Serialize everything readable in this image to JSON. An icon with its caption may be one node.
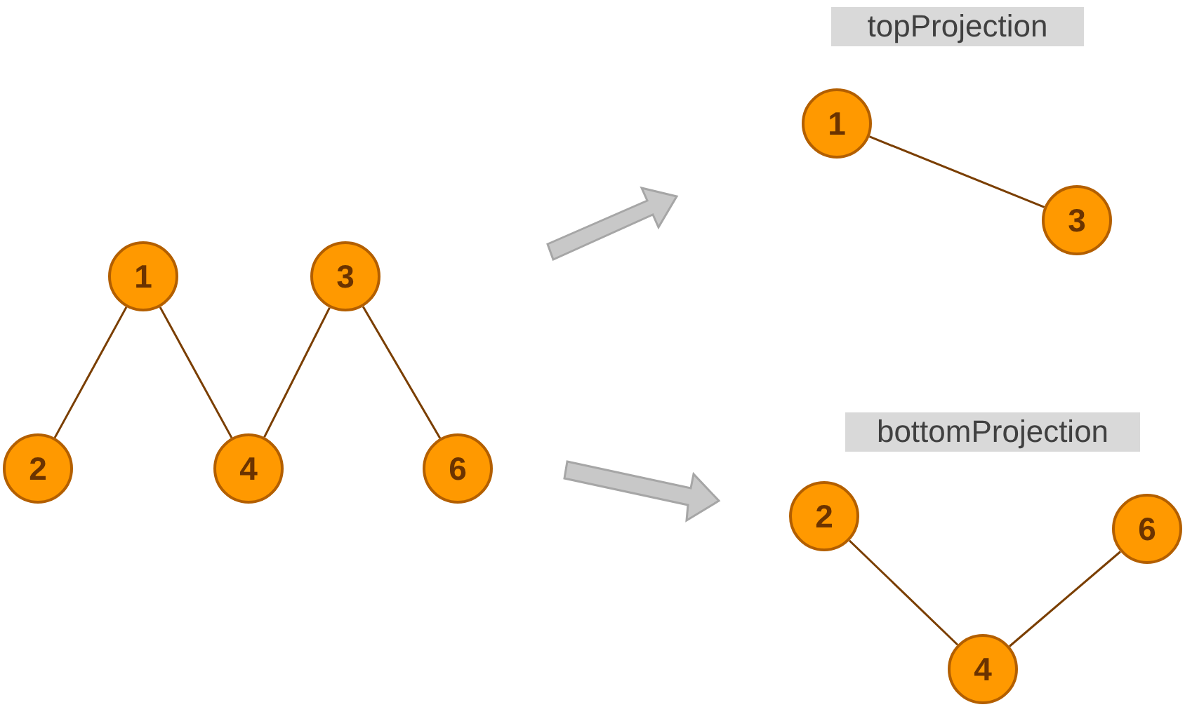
{
  "diagram": {
    "nodes": [
      {
        "text": [
          "topProjection"
        ]
      },
      {
        "text": [
          "1"
        ]
      },
      {
        "text": [
          "1"
        ]
      },
      {
        "text": [
          "3"
        ]
      },
      {
        "text": [
          "3"
        ]
      },
      {
        "text": [
          "bottomProjection"
        ]
      },
      {
        "text": [
          "2"
        ]
      },
      {
        "text": [
          "4"
        ]
      },
      {
        "text": [
          "6"
        ]
      },
      {
        "text": [
          "2"
        ]
      },
      {
        "text": [
          "6"
        ]
      },
      {
        "text": [
          "4"
        ]
      }
    ],
    "edges": [
      {
        "from": 2,
        "to": 6,
        "arrow": "none"
      },
      {
        "from": 2,
        "to": 7,
        "arrow": "none"
      },
      {
        "from": 3,
        "to": 7,
        "arrow": "none"
      },
      {
        "from": 3,
        "to": 8,
        "arrow": "none"
      },
      {
        "from": 1,
        "to": 4,
        "arrow": "none"
      },
      {
        "from": 9,
        "to": 11,
        "arrow": "none"
      },
      {
        "from": 11,
        "to": 10,
        "arrow": "none"
      }
    ]
  }
}
